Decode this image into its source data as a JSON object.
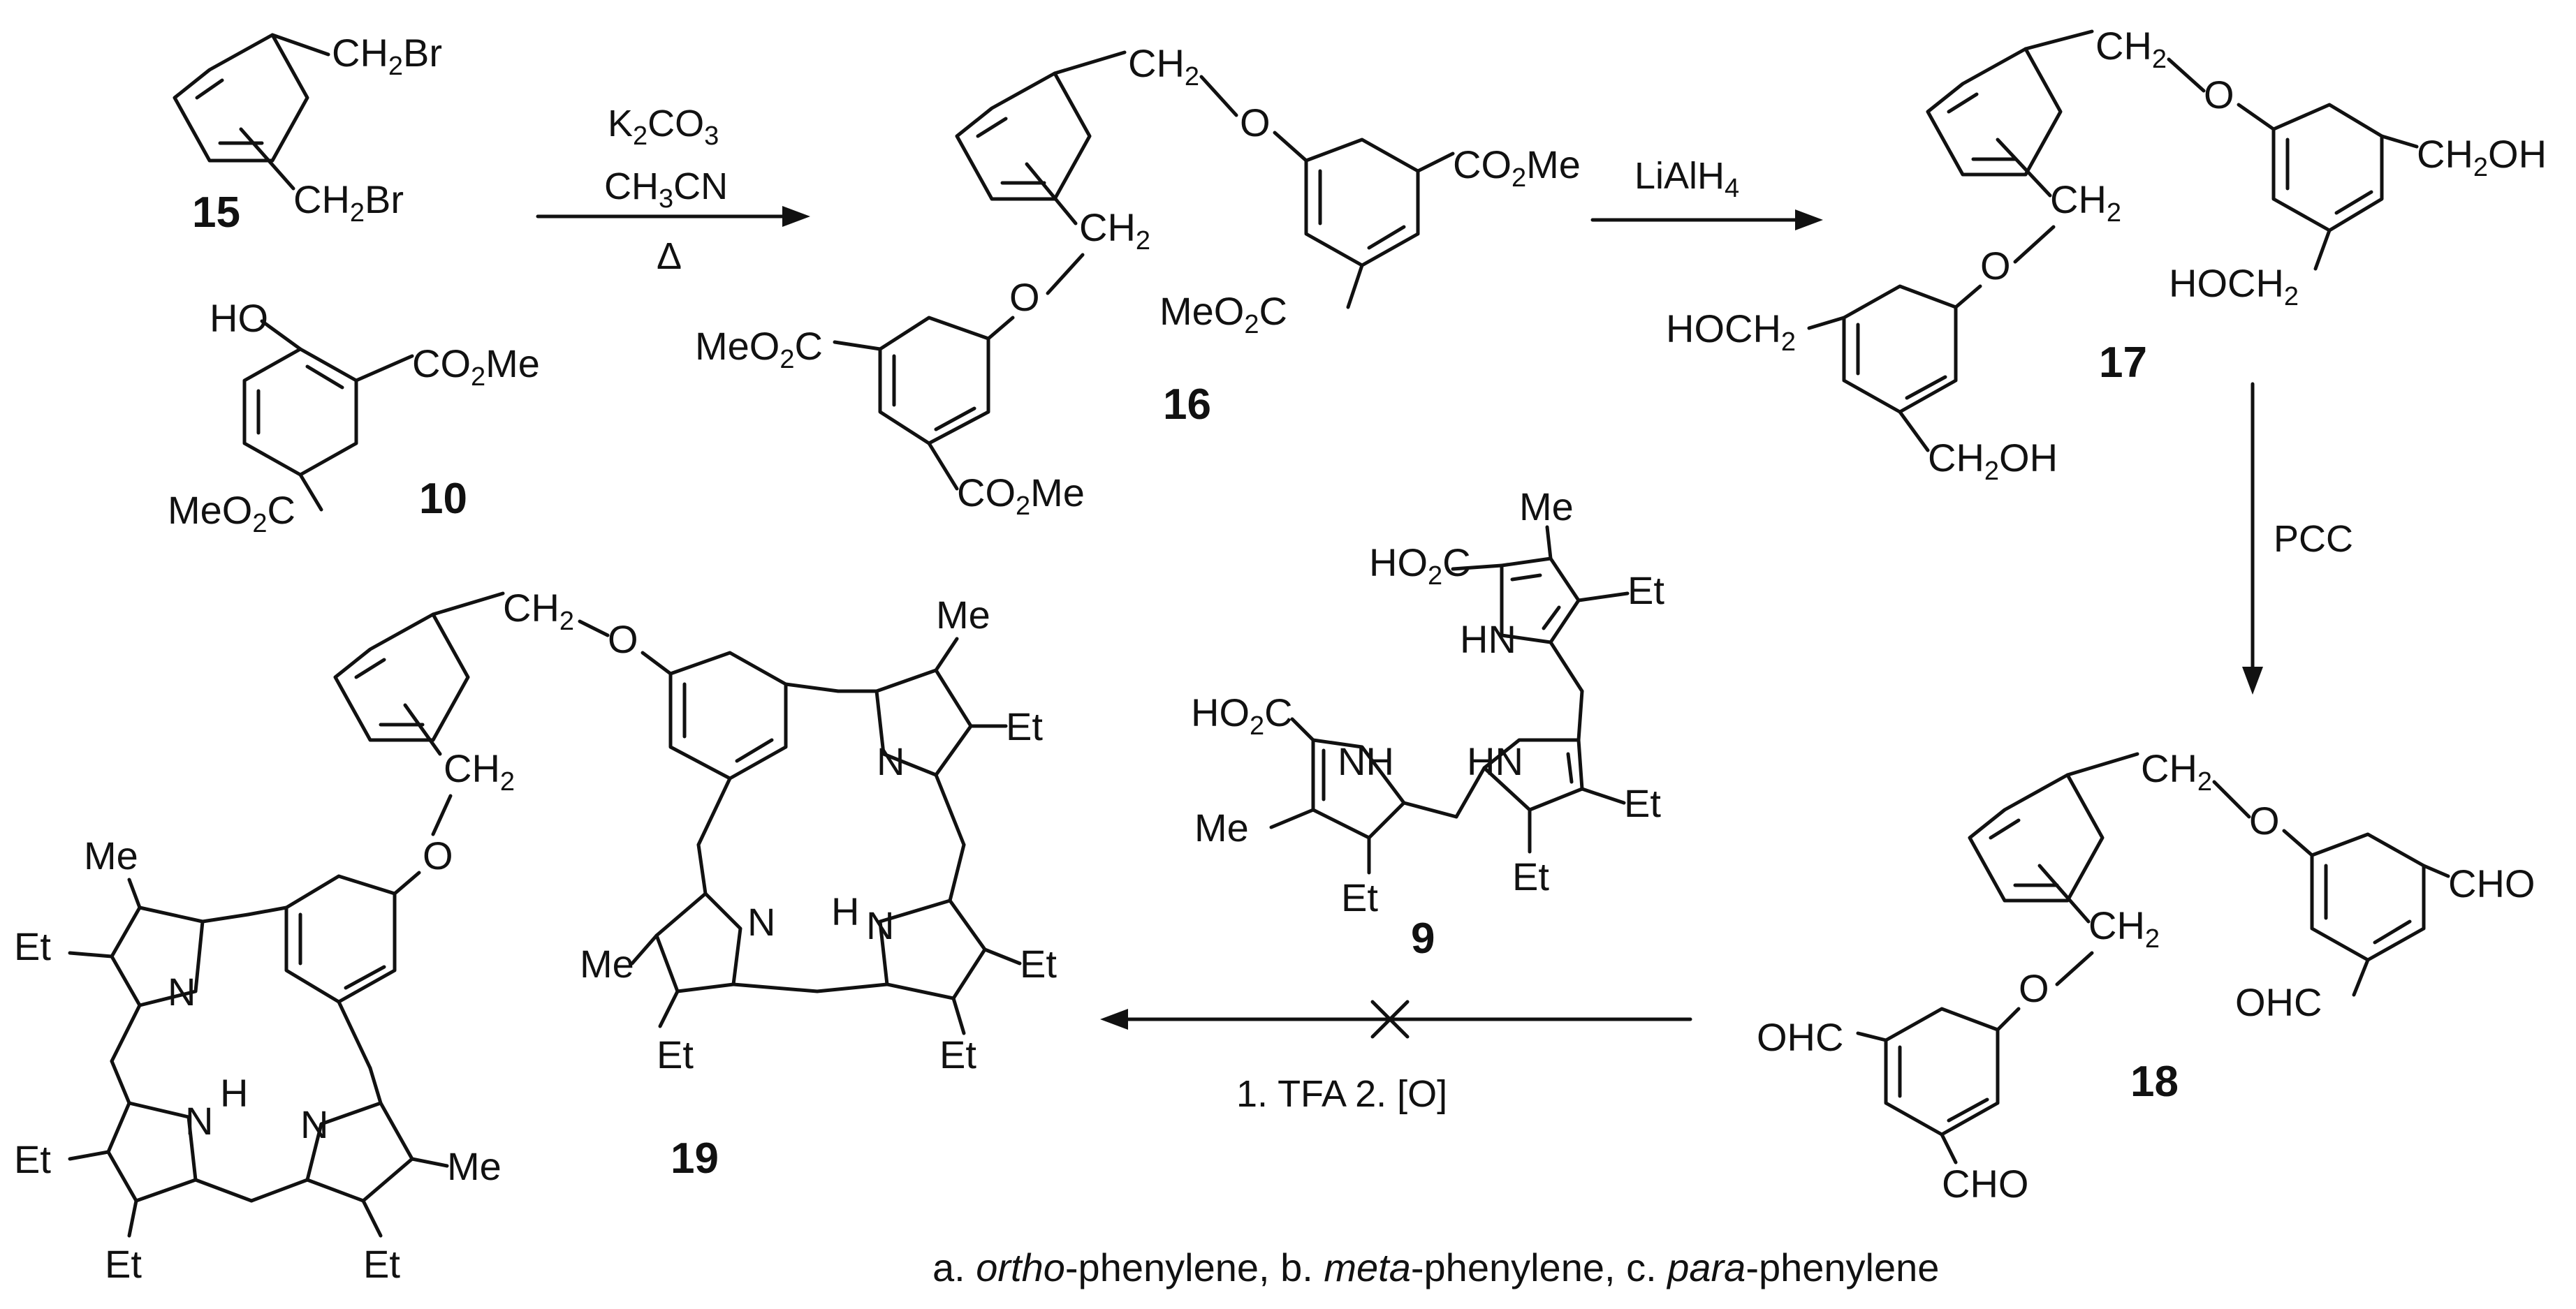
{
  "compounds": {
    "c15": {
      "number": "15"
    },
    "c10": {
      "number": "10"
    },
    "c16": {
      "number": "16"
    },
    "c17": {
      "number": "17"
    },
    "c18": {
      "number": "18"
    },
    "c9": {
      "number": "9"
    },
    "c19": {
      "number": "19"
    }
  },
  "reactions": {
    "step1": {
      "reagent_line1_main": "K",
      "reagent_line1_sub1": "2",
      "reagent_line1_mid": "CO",
      "reagent_line1_sub2": "3",
      "reagent_line2_main": "CH",
      "reagent_line2_sub": "3",
      "reagent_line2_end": "CN",
      "condition": "Δ"
    },
    "step2": {
      "reagent_main": "LiAlH",
      "reagent_sub": "4"
    },
    "step3": {
      "reagent": "PCC"
    },
    "step4": {
      "conditions": "1. TFA  2. [O]",
      "status": "failed"
    }
  },
  "caption": {
    "a": "a. ",
    "a_italic": "ortho",
    "a_rest": "-phenylene, ",
    "b": "b. ",
    "b_italic": "meta",
    "b_rest": "-phenylene, ",
    "c": "c. ",
    "c_italic": "para",
    "c_rest": "-phenylene"
  }
}
